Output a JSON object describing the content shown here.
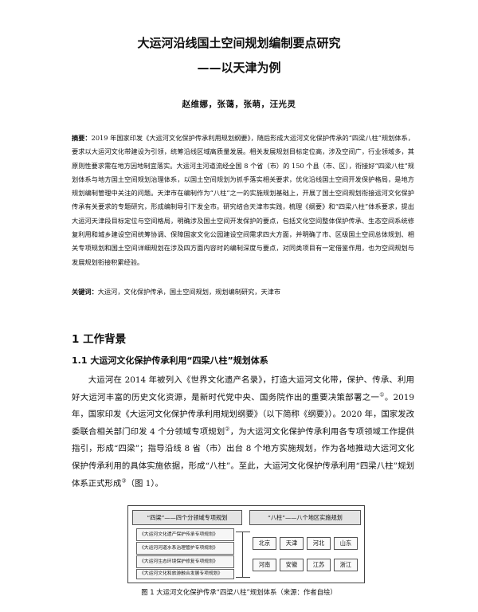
{
  "title": {
    "line1": "大运河沿线国土空间规划编制要点研究",
    "line2": "——以天津为例"
  },
  "authors": "赵维娜，张蔼，张萌，汪光灵",
  "abstract": {
    "label": "摘要：",
    "text": "2019 年国家印发《大运河文化保护传承利用规划纲要》，随后形成大运河文化保护传承的“四梁八柱”规划体系，要求以大运河文化带建设为引领，统筹沿线区域高质量发展。相关发展规划目标定位高，涉及空间广，行业领域多，其原则性要求需在地方因地制宜落实。大运河主河道流经全国 8 个省（市）的 150 个县（市、区），衔接好“四梁八柱”规划体系与地方国土空间规划治理体系，以国土空间规划为抓手落实相关要求，优化沿线国土空间开发保护格局，是地方规划编制管理中关注的问题。天津市在编制作为“八柱”之一的实施规划基础上，开展了国土空间规划衔接运河文化保护传承有关要求的专题研究，形成编制导引下发全市。研究结合天津市实践，梳理《纲要》和“四梁八柱”体系要求，提出大运河天津段目标定位与空间格局，明确涉及国土空间开发保护的要点，包括文化空间整体保护传承、生态空间系统修复利用和城乡建设空间统筹协调、保障国家文化公园建设空间需求四大方面，并明确了市、区级国土空间总体规划、相关专项规划和国土空间详细规划在涉及四方面内容时的编制深度与要点，对同类项目有一定借鉴作用，也为空间规划与发展规划衔接积累经验。"
  },
  "keywords": {
    "label": "关键词：",
    "text": "大运河，文化保护传承，国土空间规划，规划编制研究，天津市"
  },
  "section1": {
    "heading": "1  工作背景",
    "sub_heading": "1.1  大运河文化保护传承利用“四梁八柱”规划体系",
    "para1": "大运河在 2014 年被列入《世界文化遗产名录》，打造大运河文化带，保护、传承、利用好大运河丰富的历史文化资源，是新时代党中央、国务院作出的重要决策部署之一",
    "para1_sup": "①",
    "para1_tail": "。2019 年，国家印发《大运河文化保护传承利用规划纲要》（以下简称《纲要》）。2020 年，国家发改委联合相关部门印发 4 个分领域专项规划",
    "para1_sup2": "②",
    "para1_tail2": "，为大运河文化保护传承利用各专项领域工作提供指引，形成“四梁”；指导沿线 8 省（市）出台 8 个地方实施规划，作为各地推动大运河文化保护传承利用的具体实施依据，形成“八柱”。至此，大运河文化保护传承利用“四梁八柱”规划体系正式形成",
    "para1_sup3": "③",
    "para1_tail3": "（图 1）。"
  },
  "figure": {
    "left_header": "“四梁”——四个分领域专项规划",
    "right_header": "“八柱”——八个地区实施规划",
    "left_items": [
      "《大运河文化遗产保护传承专项规划》",
      "《大运河河道水系治理管护专项规划》",
      "《大运河生态环境保护修复专项规划》",
      "《大运河文化和旅游融合发展专项规划》"
    ],
    "cities_row1": [
      "北京",
      "天津",
      "河北",
      "山东"
    ],
    "cities_row2": [
      "河南",
      "安徽",
      "江苏",
      "浙江"
    ],
    "caption": "图 1  大运河文化保护传承“四梁八柱”规划体系（来源：作者自绘）"
  }
}
